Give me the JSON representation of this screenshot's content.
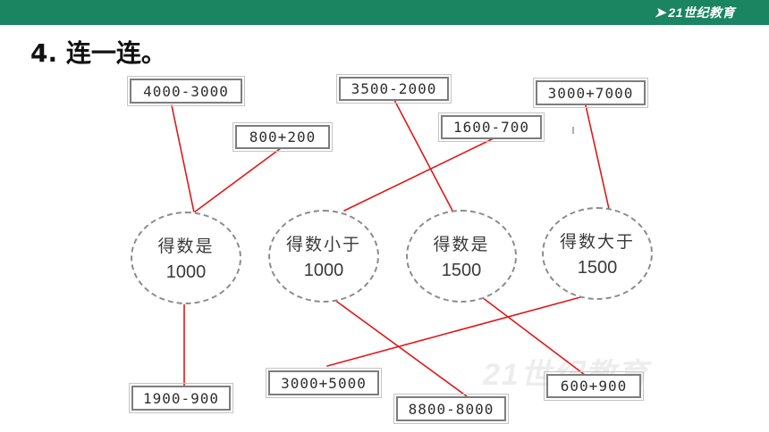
{
  "header": {
    "brand_logo_text": "21世纪教育",
    "bar_color": "#1a8560"
  },
  "question": {
    "title": "4. 连一连。"
  },
  "top_cards": [
    "4000-3000",
    "800+200",
    "3500-2000",
    "1600-700",
    "3000+7000"
  ],
  "ovals": [
    {
      "line1": "得数是",
      "line2": "1000"
    },
    {
      "line1": "得数小于",
      "line2": "1000"
    },
    {
      "line1": "得数是",
      "line2": "1500"
    },
    {
      "line1": "得数大于",
      "line2": "1500"
    }
  ],
  "bottom_cards": [
    "1900-900",
    "3000+5000",
    "8800-8000",
    "600+900"
  ],
  "connections": [
    {
      "card": "4000-3000",
      "oval": "得数是 1000"
    },
    {
      "card": "800+200",
      "oval": "得数是 1000"
    },
    {
      "card": "1900-900",
      "oval": "得数是 1000"
    },
    {
      "card": "1600-700",
      "oval": "得数小于 1000"
    },
    {
      "card": "8800-8000",
      "oval": "得数小于 1000"
    },
    {
      "card": "3500-2000",
      "oval": "得数是 1500"
    },
    {
      "card": "600+900",
      "oval": "得数是 1500"
    },
    {
      "card": "3000+7000",
      "oval": "得数大于 1500"
    },
    {
      "card": "3000+5000",
      "oval": "得数大于 1500"
    }
  ],
  "line_color": "#e01818",
  "watermark_text": "21世纪教育"
}
